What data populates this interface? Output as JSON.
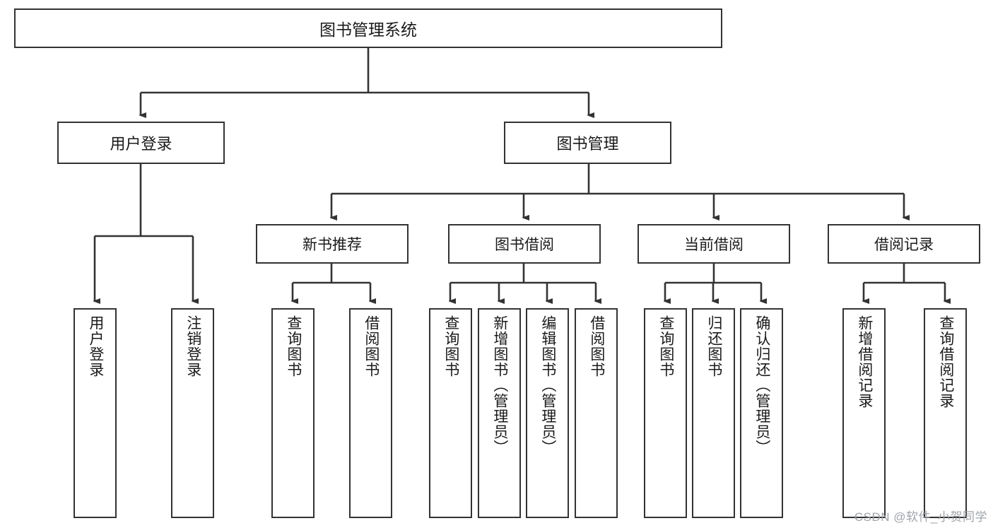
{
  "diagram": {
    "title": "图书管理系统",
    "type": "tree-hierarchy-diagram",
    "colors": {
      "stroke": "#333333",
      "fill": "#ffffff",
      "text": "#1a1a1a",
      "watermark": "#9aa0a6"
    },
    "root": {
      "label": "图书管理系统"
    },
    "level1": [
      {
        "label": "用户登录"
      },
      {
        "label": "图书管理"
      }
    ],
    "level2": [
      {
        "label": "新书推荐"
      },
      {
        "label": "图书借阅"
      },
      {
        "label": "当前借阅"
      },
      {
        "label": "借阅记录"
      }
    ],
    "leaves": {
      "user_login": [
        {
          "label": "用户登录"
        },
        {
          "label": "注销登录"
        }
      ],
      "new_book_recommend": [
        {
          "label": "查询图书"
        },
        {
          "label": "借阅图书"
        }
      ],
      "book_borrow": [
        {
          "label": "查询图书"
        },
        {
          "label": "新增图书（管理员）"
        },
        {
          "label": "编辑图书（管理员）"
        },
        {
          "label": "借阅图书"
        }
      ],
      "current_borrow": [
        {
          "label": "查询图书"
        },
        {
          "label": "归还图书"
        },
        {
          "label": "确认归还（管理员）"
        }
      ],
      "borrow_record": [
        {
          "label": "新增借阅记录"
        },
        {
          "label": "查询借阅记录"
        }
      ]
    }
  },
  "watermark": {
    "text": "CSDN @软件_小贺同学"
  }
}
